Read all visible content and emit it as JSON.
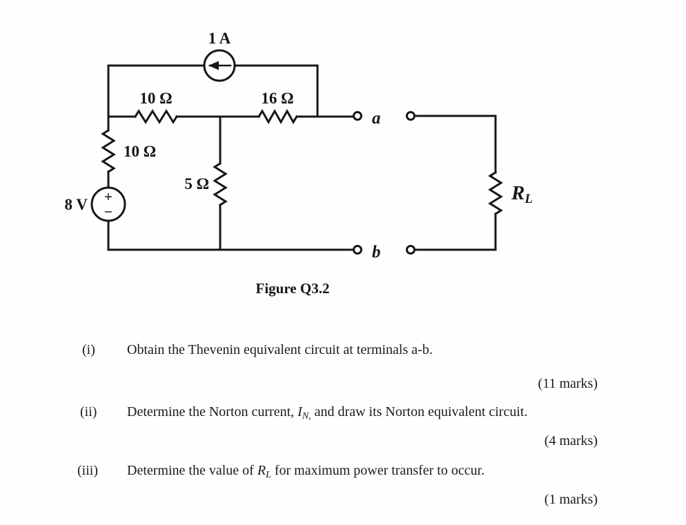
{
  "figure": {
    "caption": "Figure Q3.2",
    "current_source_label": "1 A",
    "resistor_top_left_label": "10 Ω",
    "resistor_top_right_label": "16 Ω",
    "resistor_left_label": "10 Ω",
    "resistor_middle_label": "5 Ω",
    "voltage_source_label": "8 V",
    "voltage_plus": "+",
    "voltage_minus": "−",
    "terminal_a_label": "a",
    "terminal_b_label": "b",
    "load_label": "R",
    "load_label_sub": "L"
  },
  "questions": [
    {
      "number": "(i)",
      "text": "Obtain the Thevenin equivalent circuit at terminals a-b.",
      "marks": "(11 marks)"
    },
    {
      "number": "(ii)",
      "text_before": "Determine the Norton current, ",
      "symbol": "I",
      "subscript": "N,",
      "text_after": " and draw its Norton equivalent circuit.",
      "marks": "(4 marks)"
    },
    {
      "number": "(iii)",
      "text_before": "Determine the value of ",
      "symbol": "R",
      "subscript": "L",
      "text_after": " for maximum power transfer to occur.",
      "marks": "(1 marks)"
    }
  ]
}
